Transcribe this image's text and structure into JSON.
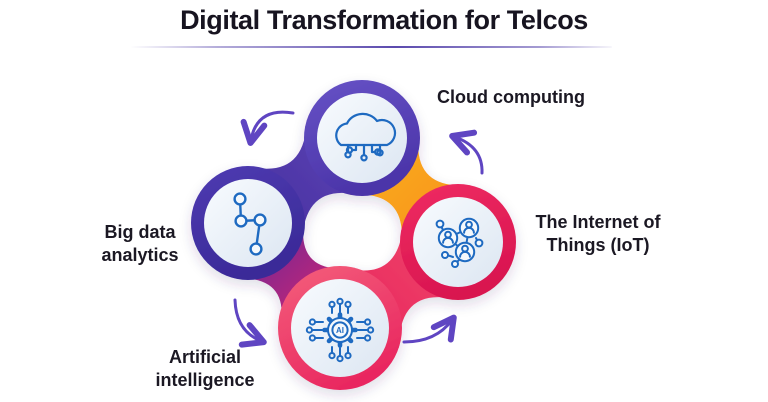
{
  "title": {
    "text": "Digital Transformation for Telcos"
  },
  "diagram": {
    "type": "cycle-infographic",
    "direction": "counter-clockwise",
    "nodes": [
      {
        "id": "cloud-computing",
        "label": "Cloud computing",
        "icon": "cloud-circuit-icon",
        "position": "top",
        "ring_color": "#5a43b8"
      },
      {
        "id": "big-data-analytics",
        "label": "Big data analytics",
        "icon": "data-nodes-icon",
        "position": "left",
        "ring_color": "#43309f"
      },
      {
        "id": "internet-of-things",
        "label": "The Internet of Things (IoT)",
        "icon": "iot-network-icon",
        "position": "right",
        "ring_color": "#e7215a"
      },
      {
        "id": "artificial-intelligence",
        "label": "Artificial intelligence",
        "icon": "ai-chip-icon",
        "position": "bottom",
        "ring_color": "#ef476d",
        "icon_text": "AI"
      }
    ],
    "colors": {
      "ring_purple_top": "#5a43b8",
      "ring_purple_left": "#43309f",
      "ring_pink_right": "#e7215a",
      "ring_pink_bottom": "#ef476d",
      "bridge_purple": "#5140ac",
      "bridge_orange": "#f9a11c",
      "bridge_gradient_start": "#5b2aa0",
      "bridge_gradient_end": "#ea2566",
      "arrow": "#5f45c2",
      "icon_blue": "#1e6ac1",
      "inner_circle": "#e9f0f8",
      "title": "#171420",
      "underline": "#5b4aae"
    }
  }
}
